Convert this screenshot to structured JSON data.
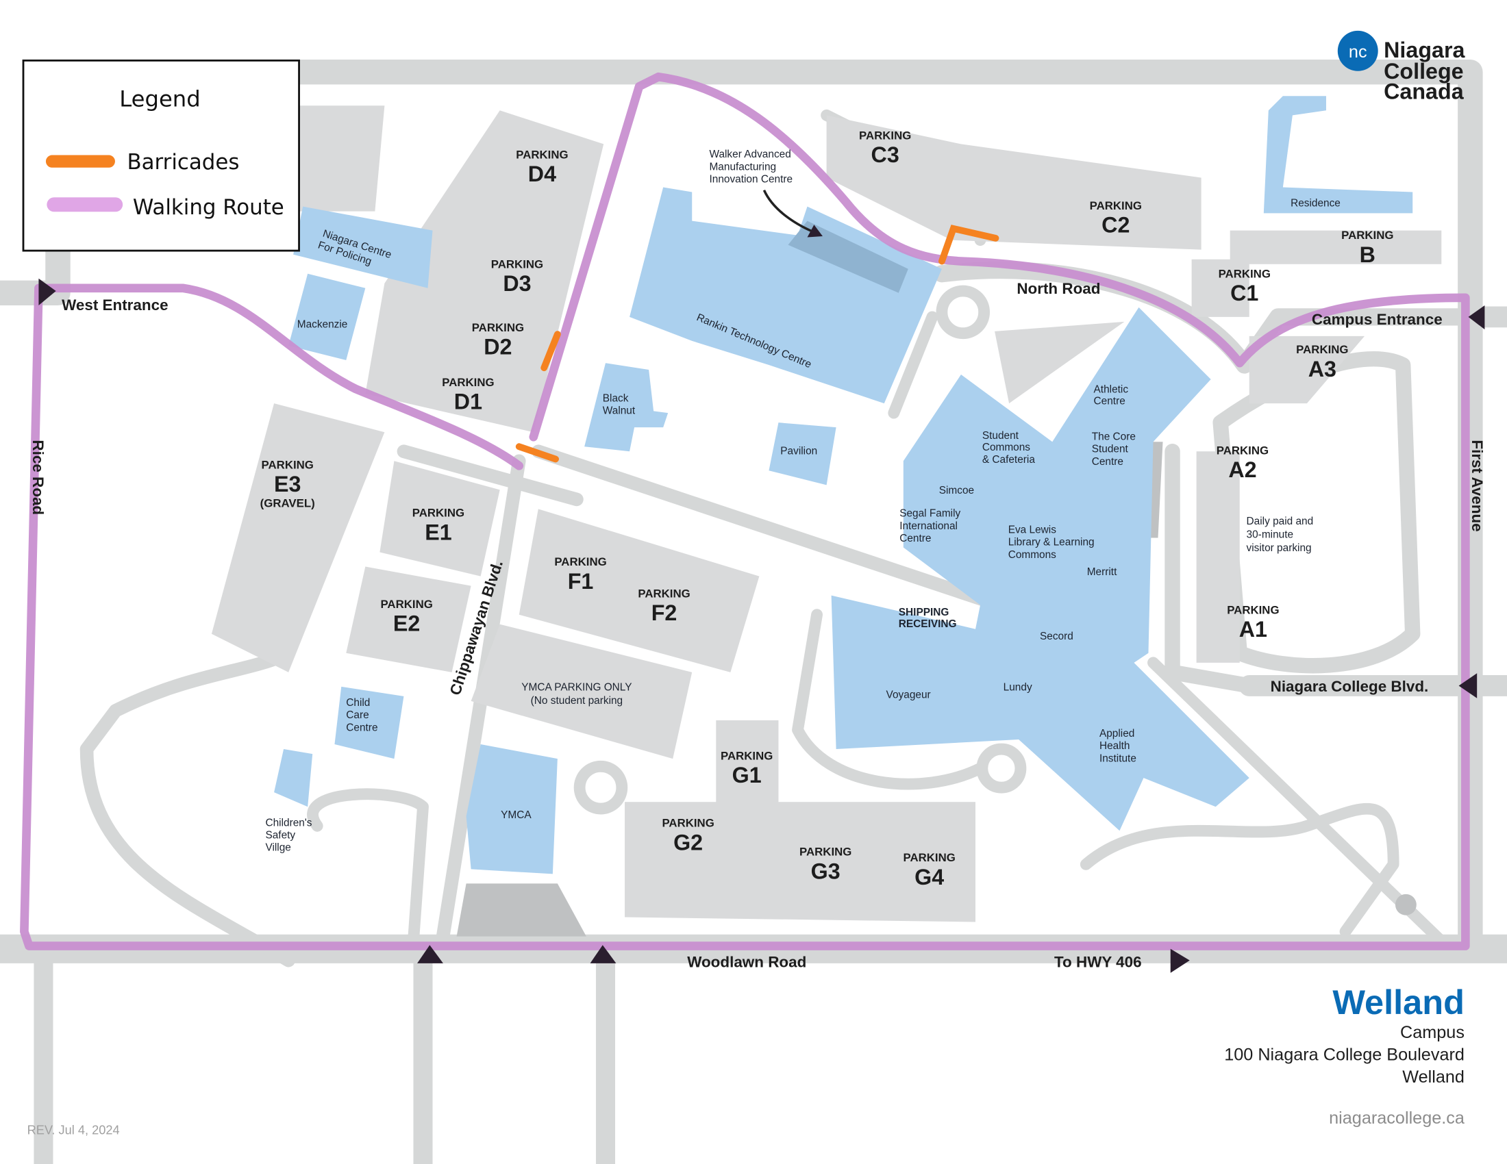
{
  "legend": {
    "title": "Legend",
    "items": [
      {
        "label": "Barricades",
        "color": "#f58220"
      },
      {
        "label": "Walking Route",
        "color": "#e0a6e6"
      }
    ]
  },
  "logo": {
    "badge": "nc",
    "line1": "Niagara",
    "line2": "College",
    "line3": "Canada",
    "color": "#0a6bb5"
  },
  "roads": {
    "west_entrance": "West Entrance",
    "campus_entrance": "Campus Entrance",
    "rice_road": "Rice Road",
    "first_avenue": "First Avenue",
    "north_road": "North Road",
    "woodlawn_road": "Woodlawn Road",
    "to_hwy": "To HWY 406",
    "niagara_college_blvd": "Niagara College Blvd.",
    "chippawayan_blvd": "Chippawayan Blvd."
  },
  "parking_word": "PARKING",
  "parking": {
    "D4": "D4",
    "D3": "D3",
    "D2": "D2",
    "D1": "D1",
    "C3": "C3",
    "C2": "C2",
    "C1": "C1",
    "B": "B",
    "A3": "A3",
    "A2": "A2",
    "A1": "A1",
    "E3": "E3",
    "E3_note": "(GRAVEL)",
    "E1": "E1",
    "E2": "E2",
    "F1": "F1",
    "F2": "F2",
    "G1": "G1",
    "G2": "G2",
    "G3": "G3",
    "G4": "G4"
  },
  "lots_notes": {
    "ymca_parking": "YMCA PARKING ONLY",
    "ymca_note": "(No student parking",
    "a2_note": [
      "Daily paid and",
      "30-minute",
      "visitor parking"
    ]
  },
  "buildings": {
    "walker": [
      "Walker Advanced",
      "Manufacturing",
      "Innovation Centre"
    ],
    "policing": [
      "Niagara Centre",
      "For Policing"
    ],
    "mackenzie": "Mackenzie",
    "rankin": "Rankin Technology Centre",
    "black_walnut": [
      "Black",
      "Walnut"
    ],
    "pavilion": "Pavilion",
    "residence": "Residence",
    "athletic": [
      "Athletic",
      "Centre"
    ],
    "student_commons": [
      "Student",
      "Commons",
      "& Cafeteria"
    ],
    "core": [
      "The Core",
      "Student",
      "Centre"
    ],
    "simcoe": "Simcoe",
    "segal": [
      "Segal Family",
      "International",
      "Centre"
    ],
    "eva_lewis": [
      "Eva Lewis",
      "Library & Learning",
      "Commons"
    ],
    "merritt": "Merritt",
    "shipping": [
      "SHIPPING",
      "RECEIVING"
    ],
    "secord": "Secord",
    "voyageur": "Voyageur",
    "lundy": "Lundy",
    "applied_health": [
      "Applied",
      "Health",
      "Institute"
    ],
    "child_care": [
      "Child",
      "Care",
      "Centre"
    ],
    "ymca": "YMCA",
    "childrens_safety": [
      "Children's",
      "Safety",
      "Villge"
    ]
  },
  "footer": {
    "campus_name": "Welland",
    "campus": "Campus",
    "address": "100 Niagara College Boulevard",
    "city": "Welland",
    "website": "niagaracollege.ca",
    "revision": "REV. Jul 4, 2024"
  }
}
